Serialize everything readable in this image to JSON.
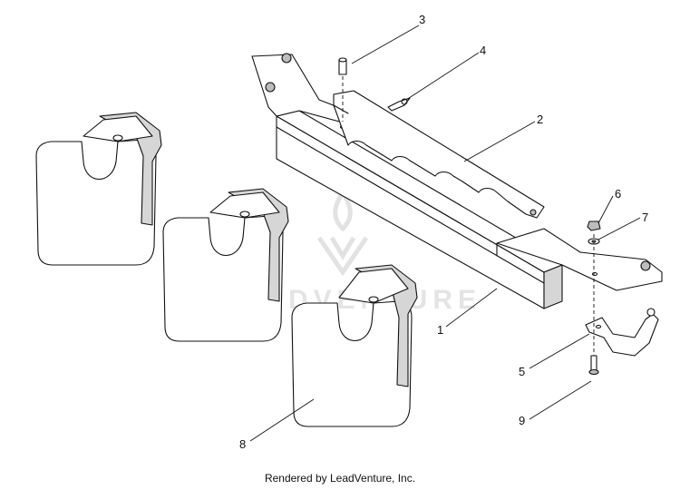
{
  "callouts": {
    "c1": "1",
    "c2": "2",
    "c3": "3",
    "c4": "4",
    "c5": "5",
    "c6": "6",
    "c7": "7",
    "c8": "8",
    "c9": "9"
  },
  "watermark": "LEADVENTURE",
  "footer": "Rendered by LeadVenture, Inc."
}
